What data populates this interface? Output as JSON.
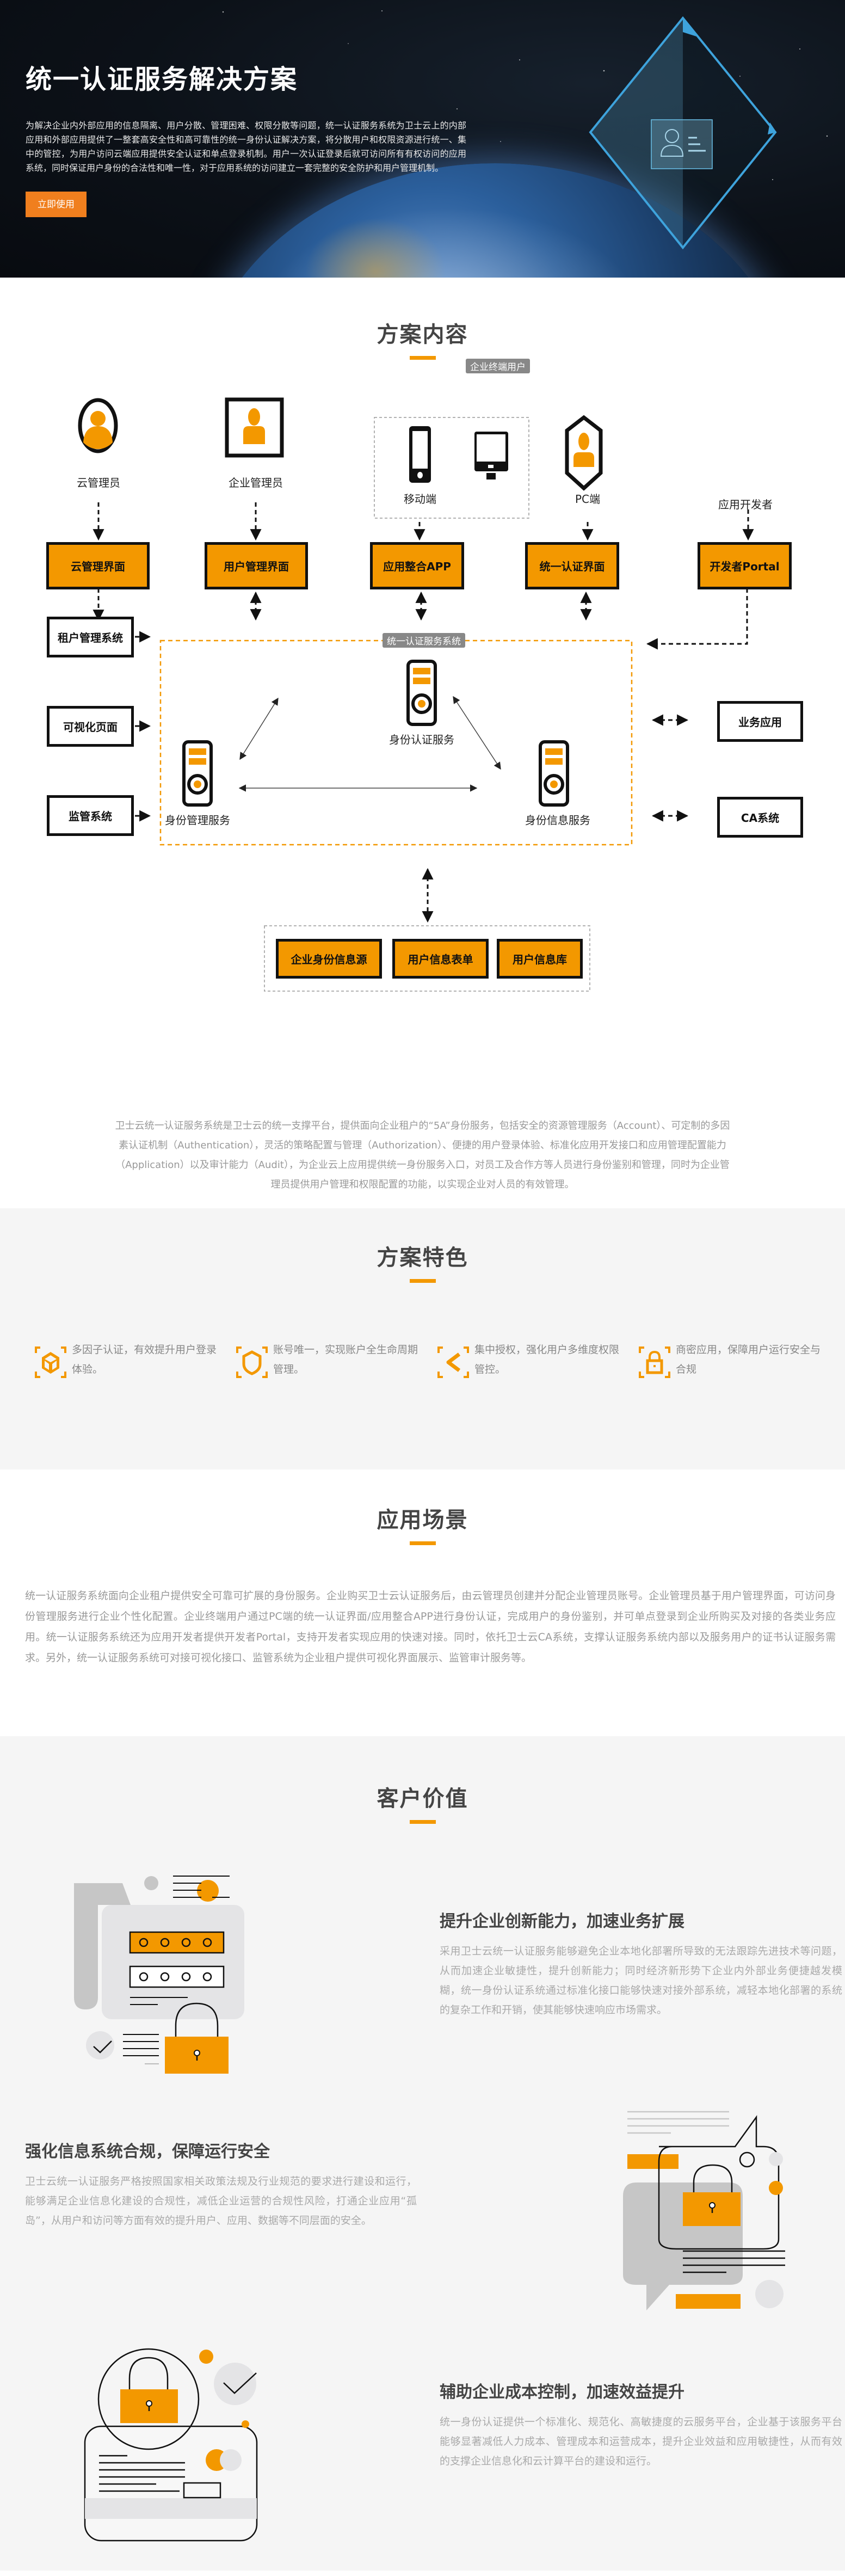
{
  "hero": {
    "title": "统一认证服务解决方案",
    "description": "为解决企业内外部应用的信息隔离、用户分散、管理困难、权限分散等问题，统一认证服务系统为卫士云上的内部应用和外部应用提供了一整套高安全性和高可靠性的统一身份认证解决方案，将分散用户和权限资源进行统一、集中的管控，为用户访问云端应用提供安全认证和单点登录机制。用户一次认证登录后就可访问所有有权访问的应用系统，同时保证用户身份的合法性和唯一性，对于应用系统的访问建立一套完整的安全防护和用户管理机制。",
    "cta_label": "立即使用",
    "illustration_icon": "id-card-diamond-icon"
  },
  "content_section": {
    "title": "方案内容",
    "diagram": {
      "actors": [
        {
          "label": "云管理员",
          "icon": "user-circle-icon"
        },
        {
          "label": "企业管理员",
          "icon": "user-frame-icon"
        },
        {
          "label": "移动端",
          "icon": "mobile-phone-icon"
        },
        {
          "label": "PC端",
          "icon": "desktop-monitor-icon"
        },
        {
          "label": "应用开发者",
          "icon": "user-hexagon-icon"
        }
      ],
      "terminal_group_label": "企业终端用户",
      "interfaces": [
        "云管理界面",
        "用户管理界面",
        "应用整合APP",
        "统一认证界面",
        "开发者Portal"
      ],
      "left_systems": [
        "租户管理系统",
        "可视化页面",
        "监管系统"
      ],
      "right_systems": [
        "业务应用",
        "CA系统"
      ],
      "core_group_label": "统一认证服务系统",
      "core_services": [
        "身份认证服务",
        "身份管理服务",
        "身份信息服务"
      ],
      "data_sources": [
        "企业身份信息源",
        "用户信息表单",
        "用户信息库"
      ]
    },
    "description": "卫士云统一认证服务系统是卫士云的统一支撑平台，提供面向企业租户的“5A”身份服务，包括安全的资源管理服务（Account）、可定制的多因素认证机制（Authentication），灵活的策略配置与管理（Authorization）、便捷的用户登录体验、标准化应用开发接口和应用管理配置能力（Application）以及审计能力（Audit），为企业云上应用提供统一身份服务入口，对员工及合作方等人员进行身份鉴别和管理，同时为企业管理员提供用户管理和权限配置的功能，以实现企业对人员的有效管理。"
  },
  "features_section": {
    "title": "方案特色",
    "items": [
      {
        "icon": "cube-icon",
        "text": "多因子认证，有效提升用户登录体验。"
      },
      {
        "icon": "shield-icon",
        "text": "账号唯一，实现账户全生命周期管理。"
      },
      {
        "icon": "share-nodes-icon",
        "text": "集中授权，强化用户多维度权限管控。"
      },
      {
        "icon": "padlock-icon",
        "text": "商密应用，保障用户运行安全与合规"
      }
    ]
  },
  "scene_section": {
    "title": "应用场景",
    "description": "统一认证服务系统面向企业租户提供安全可靠可扩展的身份服务。企业购买卫士云认证服务后，由云管理员创建并分配企业管理员账号。企业管理员基于用户管理界面，可访问身份管理服务进行企业个性化配置。企业终端用户通过PC端的统一认证界面/应用整合APP进行身份认证，完成用户的身份鉴别，并可单点登录到企业所购买及对接的各类业务应用。统一认证服务系统还为应用开发者提供开发者Portal，支持开发者实现应用的快速对接。同时，依托卫士云CA系统，支撑认证服务系统内部以及服务用户的证书认证服务需求。另外，统一认证服务系统可对接可视化接口、监管系统为企业租户提供可视化界面展示、监管审计服务等。"
  },
  "value_section": {
    "title": "客户价值",
    "items": [
      {
        "title": "提升企业创新能力，加速业务扩展",
        "description": "采用卫士云统一认证服务能够避免企业本地化部署所导致的无法跟踪先进技术等问题，从而加速企业敏捷性，提升创新能力；同时经济新形势下企业内外部业务便捷越发模糊，统一身份认证系统通过标准化接口能够快速对接外部系统，减轻本地化部署的系统的复杂工作和开销，使其能够快速响应市场需求。",
        "illustration": "password-form-lock-illustration"
      },
      {
        "title": "强化信息系统合规，保障运行安全",
        "description": "卫士云统一认证服务严格按照国家相关政策法规及行业规范的要求进行建设和运行，能够满足企业信息化建设的合规性，减低企业运营的合规性风险，打通企业应用“孤岛”，从用户和访问等方面有效的提升用户、应用、数据等不同层面的安全。",
        "illustration": "chat-bubble-lock-illustration"
      },
      {
        "title": "辅助企业成本控制，加速效益提升",
        "description": "统一身份认证提供一个标准化、规范化、高敏捷度的云服务平台，企业基于该服务平台能够显著减低人力成本、管理成本和运营成本，提升企业效益和应用敏捷性，从而有效的支撑企业信息化和云计算平台的建设和运行。",
        "illustration": "card-lock-illustration"
      }
    ]
  },
  "colors": {
    "accent": "#f39800",
    "cta": "#f07f1e",
    "hero_bg": "#0c1118",
    "heading": "#444444",
    "body_text": "#999999",
    "section_gray": "#f5f5f5"
  }
}
